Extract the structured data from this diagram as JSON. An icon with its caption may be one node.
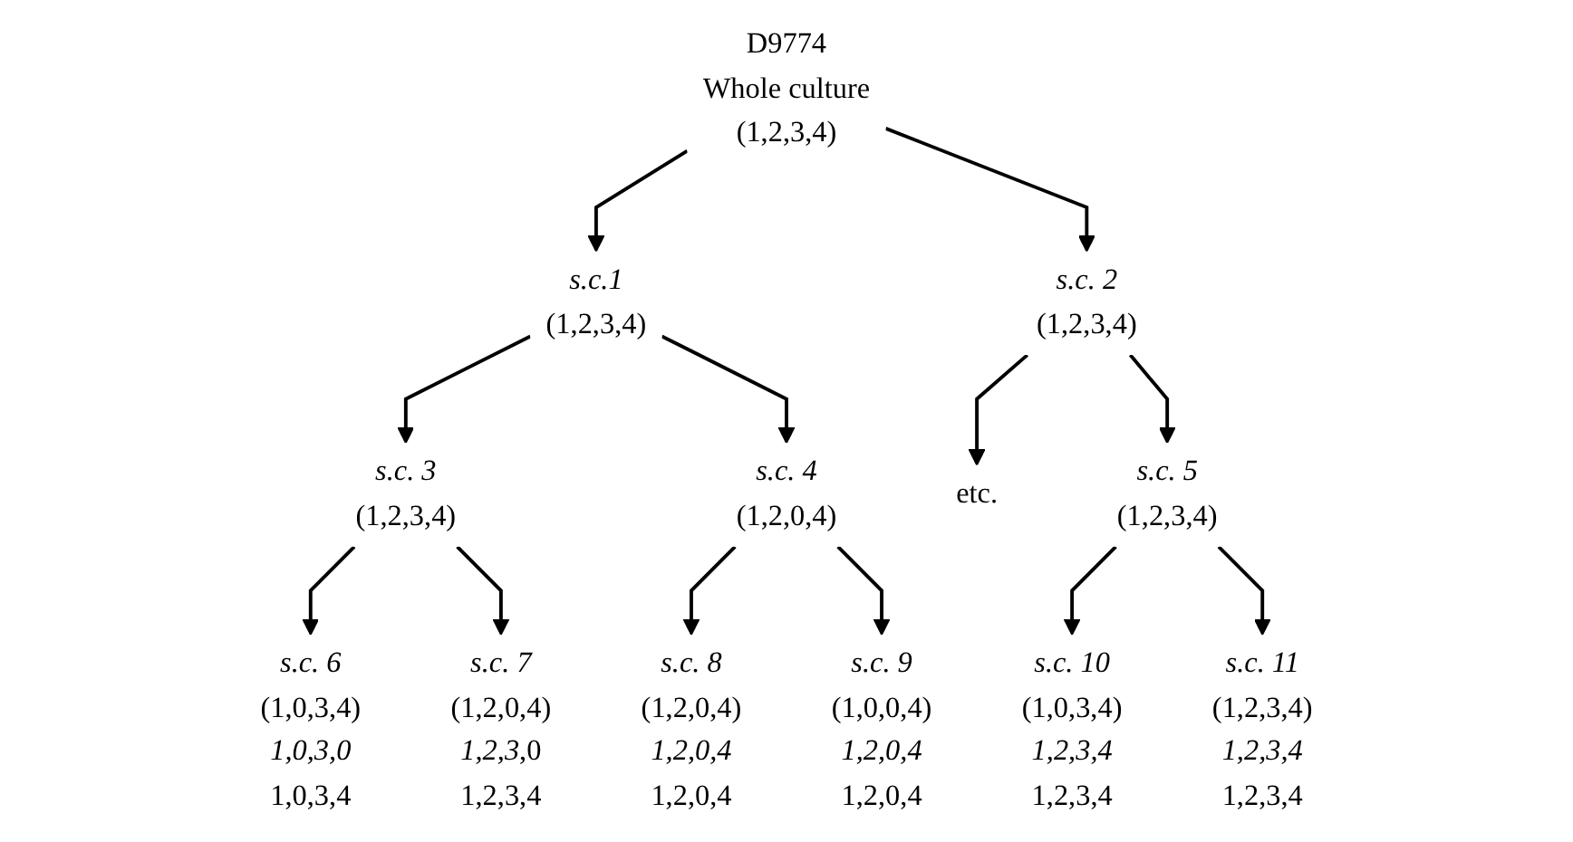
{
  "diagram": {
    "nodes": [
      {
        "text": [
          "D9774",
          "Whole culture",
          "(1,2,3,4)"
        ]
      },
      {
        "text": [
          "s.c.1",
          "(1,2,3,4)"
        ]
      },
      {
        "text": [
          "s.c. 2",
          "(1,2,3,4)"
        ]
      },
      {
        "text": [
          "s.c. 3",
          "(1,2,3,4)"
        ]
      },
      {
        "text": [
          "s.c. 4",
          "(1,2,0,4)"
        ]
      },
      {
        "text": [
          "etc."
        ]
      },
      {
        "text": [
          "s.c. 5",
          "(1,2,3,4)"
        ]
      },
      {
        "text": [
          "s.c. 6",
          "(1,0,3,4)",
          "1,0,3,0",
          "1,0,3,4"
        ]
      },
      {
        "text": [
          "s.c. 7",
          "(1,2,0,4)",
          "*1,2,3*,0",
          "1,2,3,4"
        ]
      },
      {
        "text": [
          "s.c. 8",
          "(1,2,0,4)",
          "1,2,0,4",
          "1,2,0,4"
        ]
      },
      {
        "text": [
          "s.c. 9",
          "(1,0,0,4)",
          "1,2,0,4",
          "1,2,0,4"
        ]
      },
      {
        "text": [
          "s.c. 10",
          "(1,0,3,4)",
          "1,2,3,4",
          "1,2,3,4"
        ]
      },
      {
        "text": [
          "s.c. 11",
          "(1,2,3,4)",
          "1,2,3,4",
          "1,2,3,4"
        ]
      }
    ],
    "edges": [
      {
        "from": 0,
        "to": 1,
        "arrow": "to"
      },
      {
        "from": 0,
        "to": 2,
        "arrow": "to"
      },
      {
        "from": 1,
        "to": 3,
        "arrow": "to"
      },
      {
        "from": 1,
        "to": 4,
        "arrow": "to"
      },
      {
        "from": 2,
        "to": 5,
        "arrow": "to"
      },
      {
        "from": 2,
        "to": 6,
        "arrow": "to"
      },
      {
        "from": 3,
        "to": 7,
        "arrow": "to"
      },
      {
        "from": 3,
        "to": 8,
        "arrow": "to"
      },
      {
        "from": 4,
        "to": 9,
        "arrow": "to"
      },
      {
        "from": 4,
        "to": 10,
        "arrow": "to"
      },
      {
        "from": 6,
        "to": 11,
        "arrow": "to"
      },
      {
        "from": 6,
        "to": 12,
        "arrow": "to"
      }
    ]
  }
}
